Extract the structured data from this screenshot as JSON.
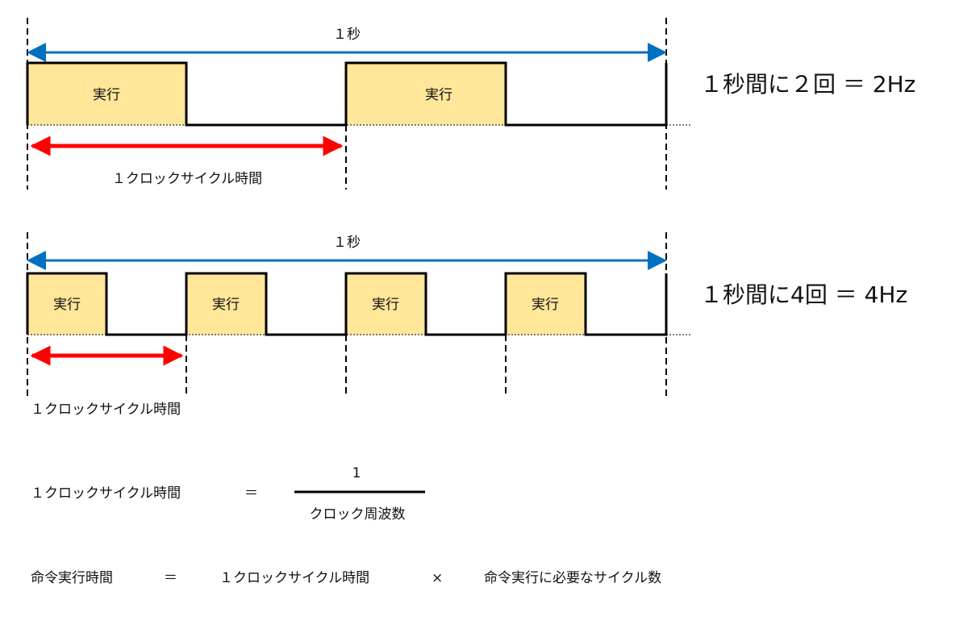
{
  "diagram1": {
    "duration_label": "１秒",
    "exec_labels": [
      "実行",
      "実行"
    ],
    "cycle_label": "１クロックサイクル時間",
    "frequency_text": "１秒間に２回 ＝ 2Hz"
  },
  "diagram2": {
    "duration_label": "１秒",
    "exec_labels": [
      "実行",
      "実行",
      "実行",
      "実行"
    ],
    "cycle_label": "１クロックサイクル時間",
    "frequency_text": "１秒間に4回 ＝ 4Hz"
  },
  "formula1": {
    "lhs": "１クロックサイクル時間",
    "equals": "＝",
    "numerator": "1",
    "denominator": "クロック周波数"
  },
  "formula2": {
    "lhs": "命令実行時間",
    "equals": "＝",
    "term1": "１クロックサイクル時間",
    "times": "×",
    "term2": "命令実行に必要なサイクル数"
  },
  "colors": {
    "exec_fill": "#FFE699",
    "second_arrow": "#0070C0",
    "cycle_arrow": "#FF0000"
  }
}
